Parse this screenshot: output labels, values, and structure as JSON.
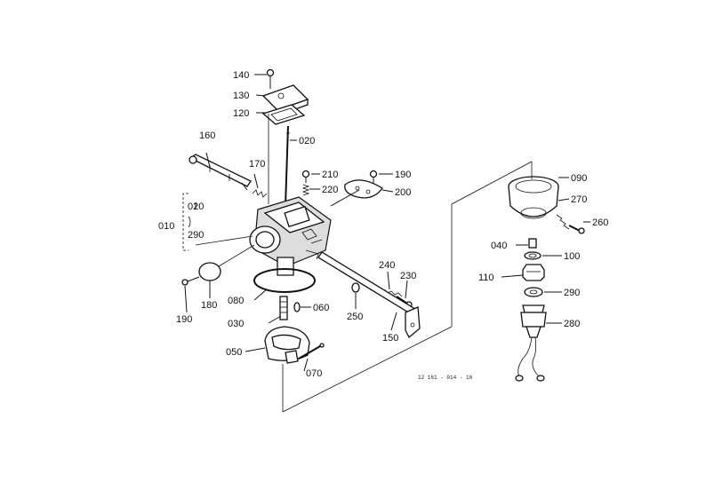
{
  "diagram": {
    "labels": {
      "p140": "140",
      "p130": "130",
      "p120": "120",
      "p160": "160",
      "p020a": "020",
      "p170": "170",
      "p210": "210",
      "p220": "220",
      "p190a": "190",
      "p200": "200",
      "p020b": "020",
      "p290a": "290",
      "p010": "010",
      "p190b": "190",
      "p180": "180",
      "p080": "080",
      "p030": "030",
      "p060": "060",
      "p050": "050",
      "p070": "070",
      "p240": "240",
      "p230": "230",
      "p250": "250",
      "p150": "150",
      "p090": "090",
      "p270": "270",
      "p260": "260",
      "p040": "040",
      "p100": "100",
      "p110": "110",
      "p290b": "290",
      "p280": "280"
    },
    "reference_code": "12 161 - 014 - 10"
  }
}
